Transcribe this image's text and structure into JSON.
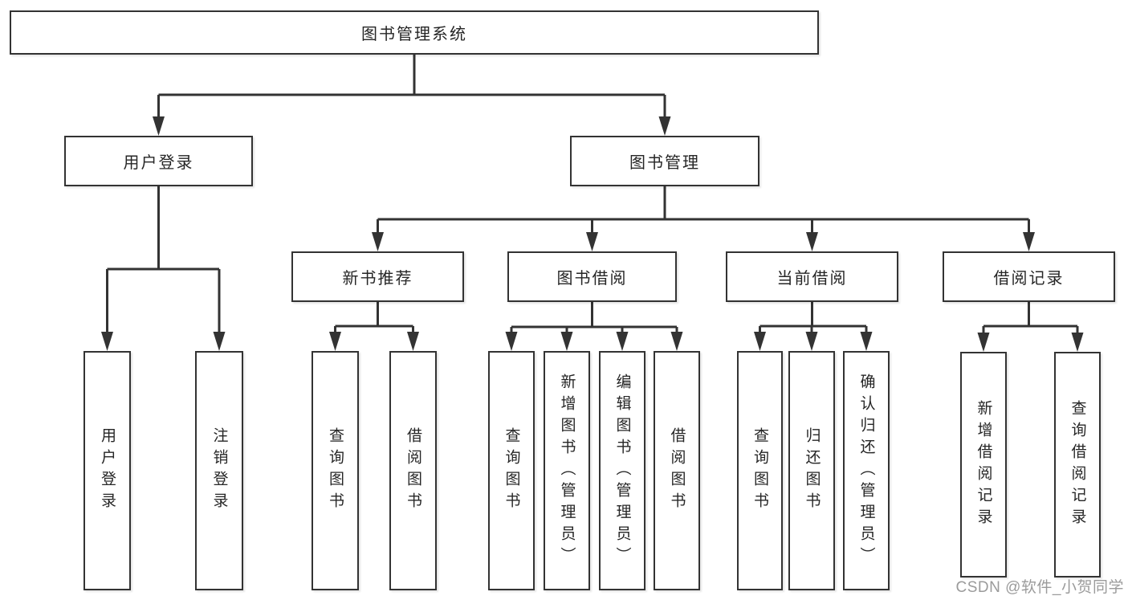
{
  "diagram": {
    "root": {
      "label": "图书管理系统"
    },
    "user_login": {
      "label": "用户登录",
      "children": [
        "用户登录",
        "注销登录"
      ]
    },
    "book_management": {
      "label": "图书管理",
      "children": [
        {
          "label": "新书推荐",
          "children": [
            "查询图书",
            "借阅图书"
          ]
        },
        {
          "label": "图书借阅",
          "children": [
            "查询图书",
            "新增图书（管理员）",
            "编辑图书（管理员）",
            "借阅图书"
          ]
        },
        {
          "label": "当前借阅",
          "children": [
            "查询图书",
            "归还图书",
            "确认归还（管理员）"
          ]
        },
        {
          "label": "借阅记录",
          "children": [
            "新增借阅记录",
            "查询借阅记录"
          ]
        }
      ]
    }
  },
  "watermark": {
    "text": "CSDN @软件_小贺同学"
  },
  "colors": {
    "line": "#333333",
    "text": "#262626",
    "watermark_text": "#9b9b9b",
    "background": "#ffffff"
  }
}
